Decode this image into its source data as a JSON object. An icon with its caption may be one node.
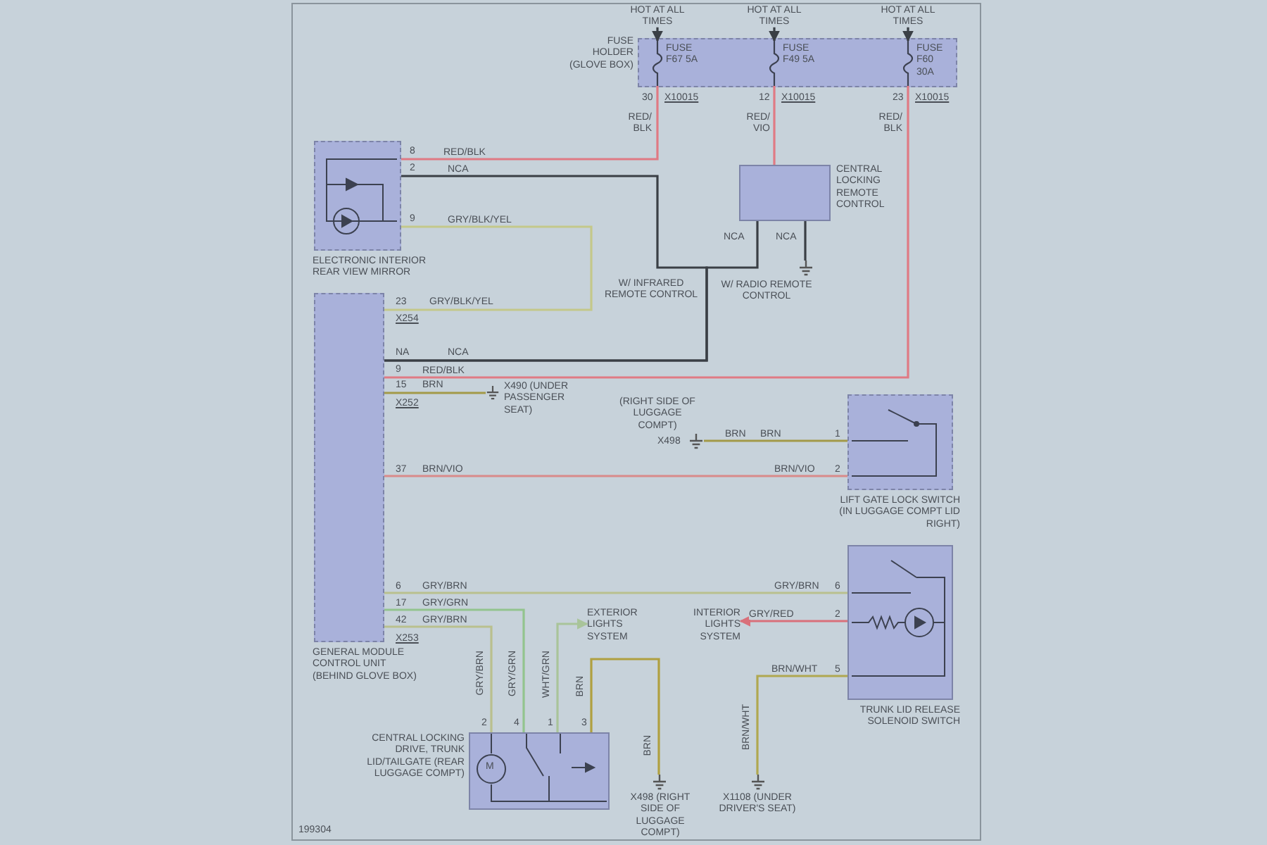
{
  "diagram": {
    "nodes": [
      {
        "text": [
          "FUSE HOLDER (GLOVE BOX)"
        ]
      },
      {
        "text": [
          "FUSE F67 5A"
        ],
        "in": 0
      },
      {
        "text": [
          "FUSE F49 5A"
        ],
        "in": 0
      },
      {
        "text": [
          "FUSE F60 30A"
        ],
        "in": 0
      },
      {
        "text": [
          "HOT AT ALL TIMES"
        ]
      },
      {
        "text": [
          "HOT AT ALL TIMES"
        ]
      },
      {
        "text": [
          "HOT AT ALL TIMES"
        ]
      },
      {
        "text": [
          "ELECTRONIC INTERIOR REAR VIEW MIRROR"
        ]
      },
      {
        "text": [
          "CENTRAL LOCKING REMOTE CONTROL"
        ]
      },
      {
        "text": [],
        "shape": "ground"
      },
      {
        "text": [
          "GENERAL MODULE CONTROL UNIT (BEHIND GLOVE BOX)"
        ]
      },
      {
        "text": [
          "X490 (UNDER PASSENGER SEAT)"
        ]
      },
      {
        "text": [
          "(RIGHT SIDE OF LUGGAGE COMPT)",
          "X498"
        ]
      },
      {
        "text": [
          "LIFT GATE LOCK SWITCH (IN LUGGAGE COMPT LID RIGHT)"
        ]
      },
      {
        "text": [
          "TRUNK LID RELEASE SOLENOID SWITCH"
        ]
      },
      {
        "text": [
          "EXTERIOR LIGHTS SYSTEM"
        ]
      },
      {
        "text": [
          "INTERIOR LIGHTS SYSTEM"
        ]
      },
      {
        "text": [
          "CENTRAL LOCKING DRIVE, TRUNK LID/TAILGATE (REAR LUGGAGE COMPT)"
        ]
      },
      {
        "text": [
          "X498 (RIGHT SIDE OF LUGGAGE COMPT)"
        ]
      },
      {
        "text": [
          "X1108 (UNDER DRIVER'S SEAT)"
        ]
      }
    ],
    "edges": [
      {
        "from": 4,
        "to": 1,
        "arrow": "to"
      },
      {
        "from": 5,
        "to": 2,
        "arrow": "to"
      },
      {
        "from": 6,
        "to": 3,
        "arrow": "to"
      },
      {
        "from": 1,
        "to": 7,
        "arrow": "none",
        "label": "RED/BLK",
        "color": "#e07a84"
      },
      {
        "from": 2,
        "to": 8,
        "arrow": "none",
        "label": "RED/ VIO",
        "color": "#e07a84"
      },
      {
        "from": 3,
        "to": 10,
        "arrow": "none",
        "label": "RED/BLK",
        "color": "#e07a84"
      },
      {
        "from": 7,
        "to": 10,
        "arrow": "none",
        "label": "NCA",
        "color": "#3a3f45"
      },
      {
        "from": 8,
        "to": 10,
        "arrow": "none",
        "label": "NCA",
        "color": "#3a3f45"
      },
      {
        "from": 8,
        "to": 9,
        "arrow": "none",
        "label": "NCA",
        "color": "#3a3f45"
      },
      {
        "from": 7,
        "to": 10,
        "arrow": "none",
        "label": "GRY/BLK/YEL",
        "color": "#c4c88a"
      },
      {
        "from": 10,
        "to": 11,
        "arrow": "none",
        "label": "BRN",
        "color": "#a39a48"
      },
      {
        "from": 12,
        "to": 13,
        "arrow": "none",
        "label": "BRN",
        "color": "#a39a48"
      },
      {
        "from": 10,
        "to": 13,
        "arrow": "none",
        "label": "BRN/VIO",
        "color": "#d98a8a"
      },
      {
        "from": 10,
        "to": 14,
        "arrow": "none",
        "label": "GRY/BRN",
        "color": "#b9c08e"
      },
      {
        "from": 10,
        "to": 17,
        "arrow": "none",
        "label": "GRY/GRN",
        "color": "#93c48e"
      },
      {
        "from": 10,
        "to": 17,
        "arrow": "none",
        "label": "GRY/BRN",
        "color": "#b9c08e"
      },
      {
        "from": 17,
        "to": 15,
        "arrow": "to",
        "label": "WHT/GRN",
        "color": "#a9c49a"
      },
      {
        "from": 17,
        "to": 18,
        "arrow": "none",
        "label": "BRN",
        "color": "#b0a040"
      },
      {
        "from": 14,
        "to": 16,
        "arrow": "to",
        "label": "GRY/RED",
        "color": "#d9707a"
      },
      {
        "from": 14,
        "to": 19,
        "arrow": "none",
        "label": "BRN/WHT",
        "color": "#b0a850"
      }
    ],
    "labels": [
      "30",
      "X10015",
      "12",
      "X10015",
      "23",
      "X10015",
      "RED/ BLK",
      "RED/ BLK",
      "8",
      "2",
      "9",
      "W/ INFRARED REMOTE CONTROL",
      "W/ RADIO REMOTE CONTROL",
      "23",
      "GRY/BLK/YEL",
      "X254",
      "NA",
      "NCA",
      "9",
      "15",
      "X252",
      "BRN",
      "1",
      "37",
      "BRN/VIO",
      "2",
      "6",
      "GRY/BRN",
      "6",
      "17",
      "42",
      "X253",
      "2",
      "5",
      "GRY/BRN",
      "GRY/GRN",
      "2",
      "4",
      "1",
      "3",
      "BRN",
      "BRN/WHT",
      "M",
      "199304"
    ]
  }
}
